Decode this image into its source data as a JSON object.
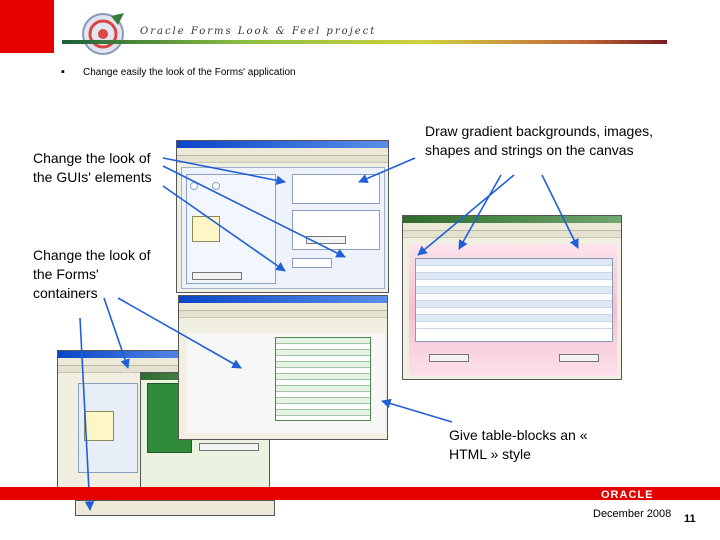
{
  "header": {
    "banner_title": "Oracle Forms Look & Feel project",
    "bullet": "▪",
    "subtitle": "Change easily the look of the Forms' application"
  },
  "captions": {
    "guis": "Change the look of the GUIs' elements",
    "containers": "Change the look of the Forms' containers",
    "canvas": "Draw gradient backgrounds, images, shapes and strings on the canvas",
    "table_blocks": "Give table-blocks an « HTML » style"
  },
  "footer": {
    "brand": "ORACLE",
    "date": "December 2008",
    "page_number": "11"
  },
  "colors": {
    "accent_red": "#e60000",
    "arrow_blue": "#1f5fd8"
  }
}
